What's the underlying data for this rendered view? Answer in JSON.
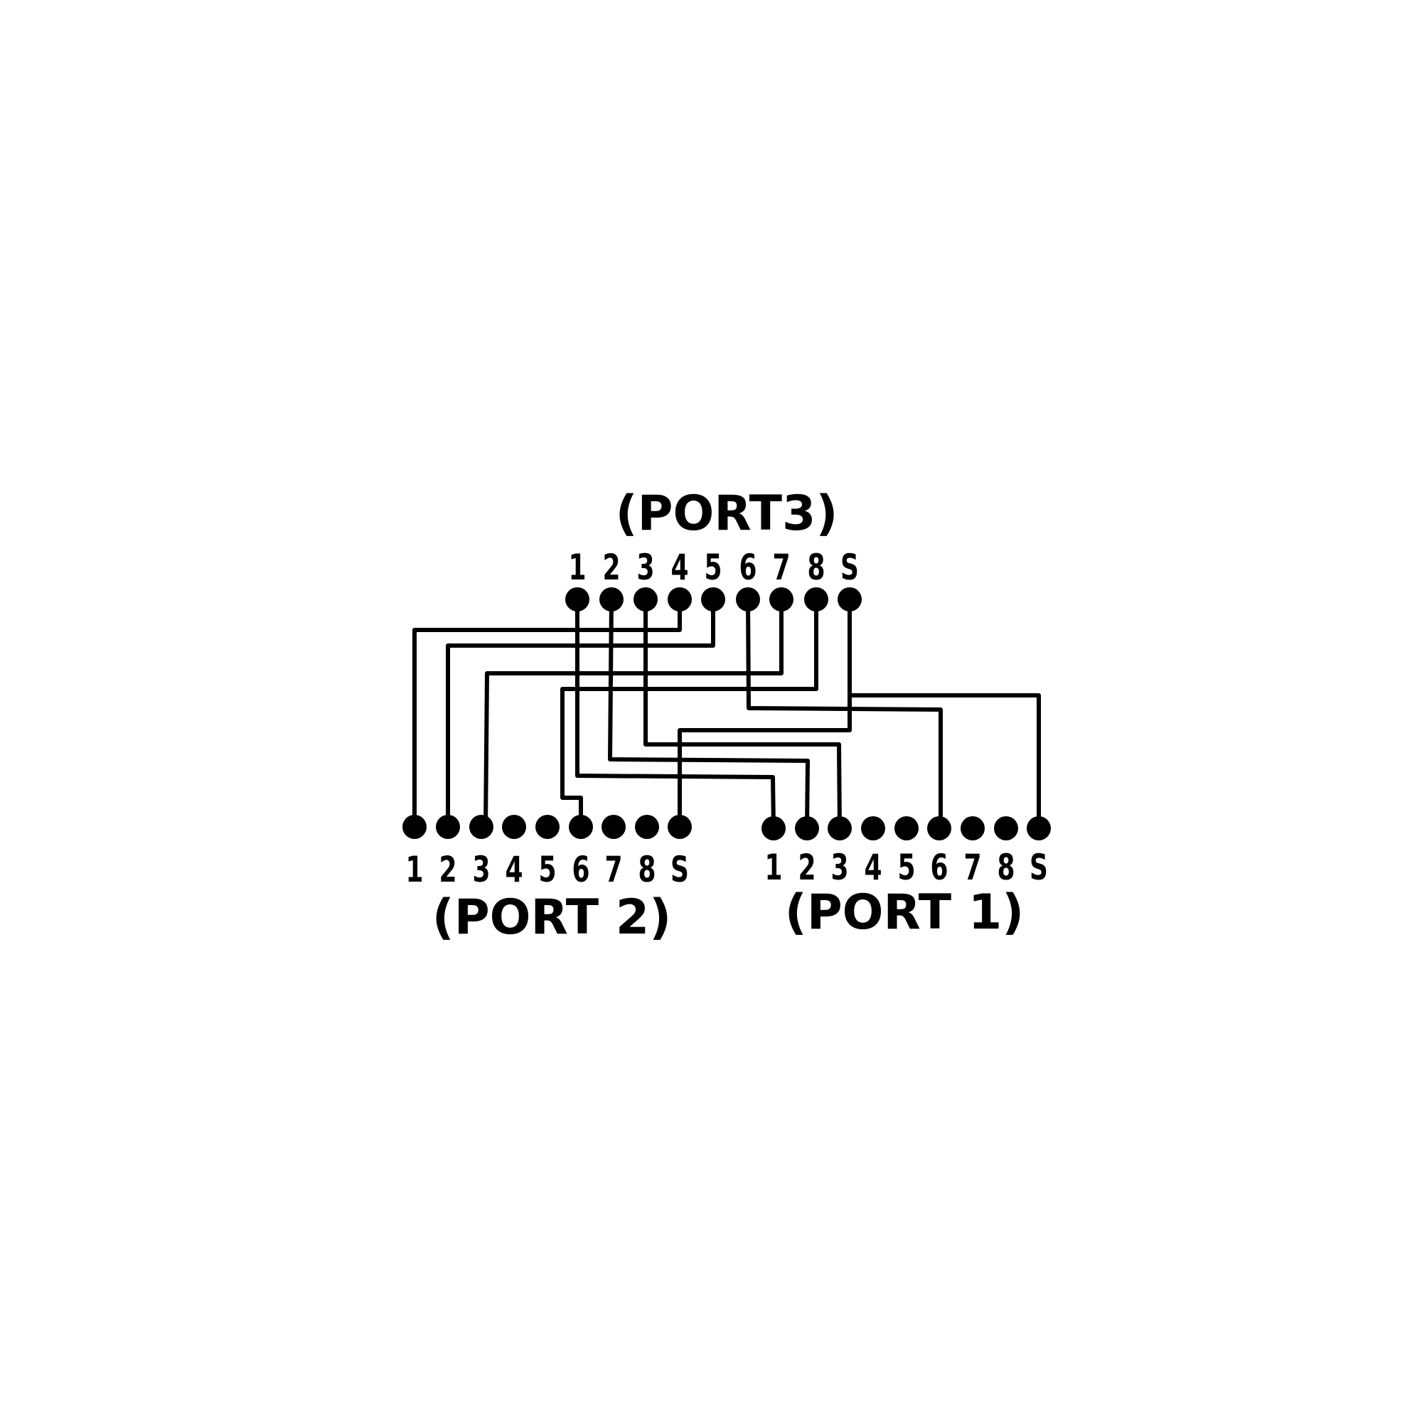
{
  "diagram": {
    "description": "Y-splitter pin wiring diagram",
    "colors": {
      "line": "#000000",
      "background": "#ffffff"
    },
    "ports": [
      {
        "id": "port3",
        "title": "(PORT3)",
        "pins": [
          "1",
          "2",
          "3",
          "4",
          "5",
          "6",
          "7",
          "8",
          "S"
        ]
      },
      {
        "id": "port2",
        "title": "(PORT 2)",
        "pins": [
          "1",
          "2",
          "3",
          "4",
          "5",
          "6",
          "7",
          "8",
          "S"
        ]
      },
      {
        "id": "port1",
        "title": "(PORT 1)",
        "pins": [
          "1",
          "2",
          "3",
          "4",
          "5",
          "6",
          "7",
          "8",
          "S"
        ]
      }
    ],
    "connections": [
      {
        "from": "PORT3 pin 1",
        "to": "PORT1 pin 1"
      },
      {
        "from": "PORT3 pin 2",
        "to": "PORT1 pin 2"
      },
      {
        "from": "PORT3 pin 3",
        "to": "PORT1 pin 3"
      },
      {
        "from": "PORT3 pin 4",
        "to": "PORT2 pin 1"
      },
      {
        "from": "PORT3 pin 5",
        "to": "PORT2 pin 2"
      },
      {
        "from": "PORT3 pin 6",
        "to": "PORT1 pin 6"
      },
      {
        "from": "PORT3 pin 7",
        "to": "PORT2 pin 3"
      },
      {
        "from": "PORT3 pin 8",
        "to": "PORT2 pin 6"
      },
      {
        "from": "PORT3 pin S",
        "to": "PORT2 pin S"
      },
      {
        "from": "PORT3 pin S",
        "to": "PORT1 pin S"
      }
    ]
  }
}
